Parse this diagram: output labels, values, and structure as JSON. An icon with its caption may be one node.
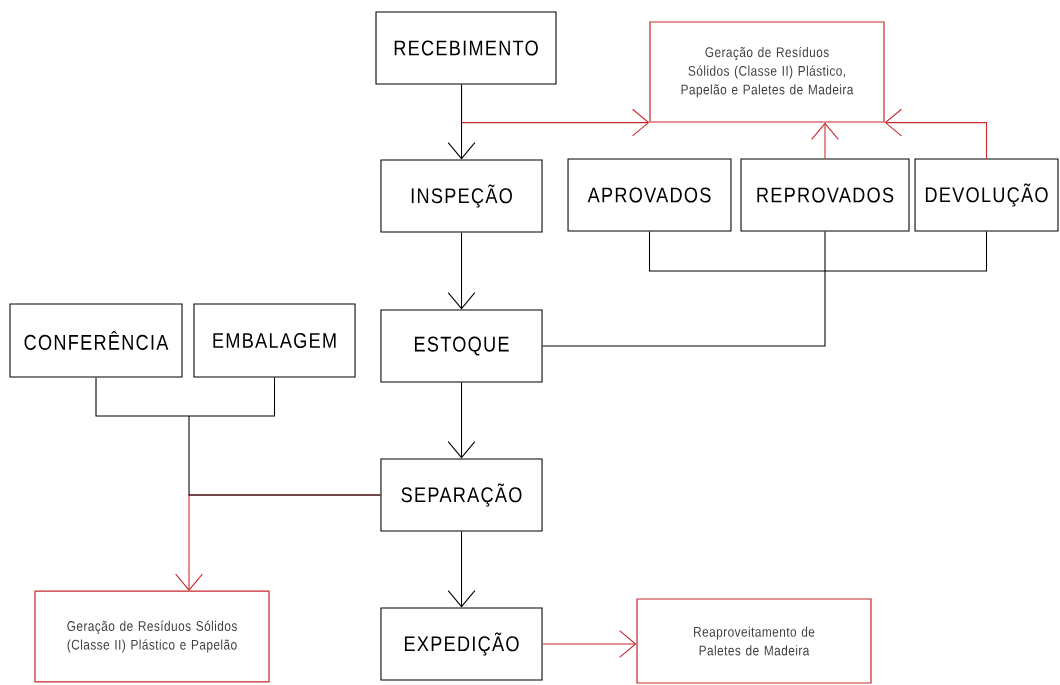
{
  "diagram": {
    "nodes": [
      {
        "text": [
          "RECEBIMENTO"
        ]
      },
      {
        "text": [
          "Geração de Resíduos Sólidos (Classe II) Plástico, Papelão e Paletes de Madeira"
        ]
      },
      {
        "text": [
          "INSPEÇÃO"
        ]
      },
      {
        "text": [
          "APROVADOS"
        ]
      },
      {
        "text": [
          "REPROVADOS"
        ]
      },
      {
        "text": [
          "DEVOLUÇÃO"
        ]
      },
      {
        "text": [
          "CONFERÊNCIA"
        ]
      },
      {
        "text": [
          "EMBALAGEM"
        ]
      },
      {
        "text": [
          "ESTOQUE"
        ]
      },
      {
        "text": [
          "SEPARAÇÃO"
        ]
      },
      {
        "text": [
          "Geração de Resíduos Sólidos (Classe II) Plástico e Papelão"
        ]
      },
      {
        "text": [
          "EXPEDIÇÃO"
        ]
      },
      {
        "text": [
          "Reaproveitamento de Paletes de Madeira"
        ]
      }
    ],
    "edges": [
      {
        "from": 0,
        "to": 2,
        "arrow": "to"
      },
      {
        "from": 0,
        "to": 1,
        "arrow": "to",
        "color": "#c8282d"
      },
      {
        "from": 4,
        "to": 1,
        "arrow": "to",
        "color": "#c8282d"
      },
      {
        "from": 5,
        "to": 1,
        "arrow": "to",
        "color": "#c8282d"
      },
      {
        "from": 2,
        "to": 8,
        "arrow": "to"
      },
      {
        "from": 3,
        "to": 8,
        "arrow": "none"
      },
      {
        "from": 4,
        "to": 8,
        "arrow": "none"
      },
      {
        "from": 5,
        "to": 8,
        "arrow": "none"
      },
      {
        "from": 8,
        "to": 9,
        "arrow": "to"
      },
      {
        "from": 6,
        "to": 9,
        "arrow": "none"
      },
      {
        "from": 7,
        "to": 9,
        "arrow": "none"
      },
      {
        "from": 9,
        "to": 10,
        "arrow": "to",
        "color": "#c8282d"
      },
      {
        "from": 9,
        "to": 11,
        "arrow": "to"
      },
      {
        "from": 11,
        "to": 12,
        "arrow": "to",
        "color": "#c8282d"
      }
    ]
  }
}
